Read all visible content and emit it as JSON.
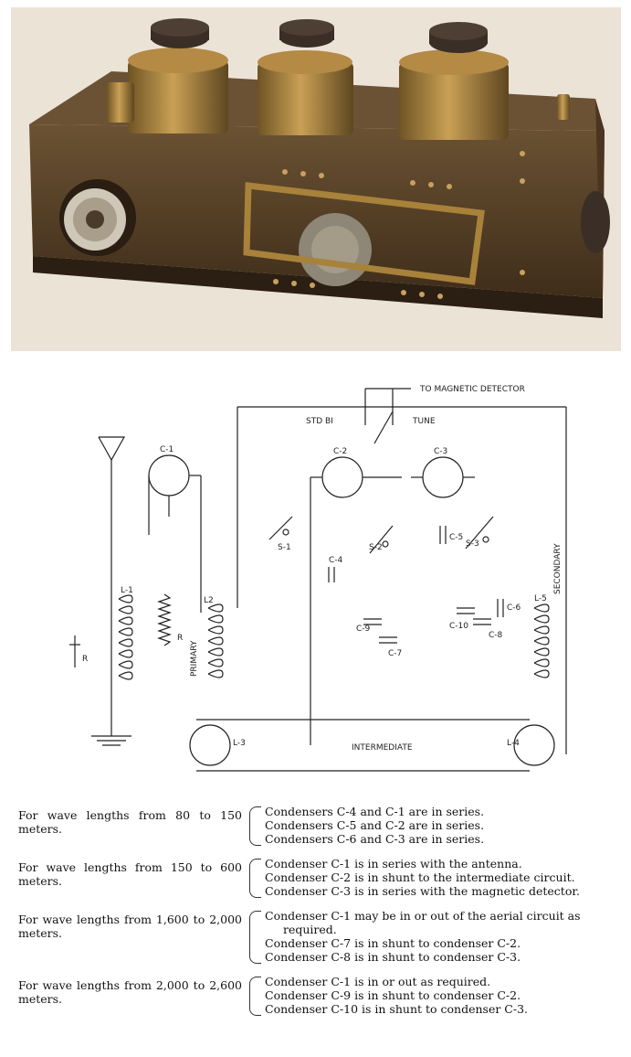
{
  "colors": {
    "box": "#5a4228",
    "brass": "#a8823a",
    "knob": "#3b2e26",
    "line": "#222222"
  },
  "schematic": {
    "labels": {
      "to_magnetic_detector": "TO MAGNETIC DETECTOR",
      "std_bi": "STD BI",
      "tune": "TUNE",
      "c1": "C-1",
      "c2": "C-2",
      "c3": "C-3",
      "c4": "C-4",
      "c5": "C-5",
      "c6": "C-6",
      "c7": "C-7",
      "c8": "C-8",
      "c9": "C-9",
      "c10": "C-10",
      "s1": "S-1",
      "s2": "S-2",
      "s3": "S-3",
      "l1": "L-1",
      "l2": "L2",
      "l3": "L-3",
      "l4": "L-4",
      "l5": "L-5",
      "r_res": "R",
      "r_det": "R",
      "primary": "PRIMARY",
      "secondary": "SECONDARY",
      "intermediate": "INTERMEDIATE"
    }
  },
  "table": {
    "rows": [
      {
        "condition": "For wave lengths from 80 to 150 meters.",
        "items": [
          "Condensers C-4 and C-1 are in series.",
          "Condensers C-5 and C-2 are in series.",
          "Condensers C-6 and C-3 are in series."
        ]
      },
      {
        "condition": "For wave lengths from 150 to 600 meters.",
        "items": [
          "Condenser C-1 is in series with the antenna.",
          "Condenser C-2 is in shunt to the intermediate circuit.",
          "Condenser C-3 is in series with the magnetic detector."
        ]
      },
      {
        "condition": "For wave lengths from 1,600 to 2,000 meters.",
        "items": [
          "Condenser C-1 may be in or out of the aerial circuit as",
          "required.",
          "Condenser C-7 is in shunt to condenser C-2.",
          "Condenser C-8 is in shunt to condenser C-3."
        ]
      },
      {
        "condition": "For wave lengths from 2,000 to 2,600 meters.",
        "items": [
          "Condenser C-1 is in or out as required.",
          "Condenser C-9 is in shunt to condenser C-2.",
          "Condenser C-10 is in shunt to condenser C-3."
        ]
      }
    ]
  }
}
